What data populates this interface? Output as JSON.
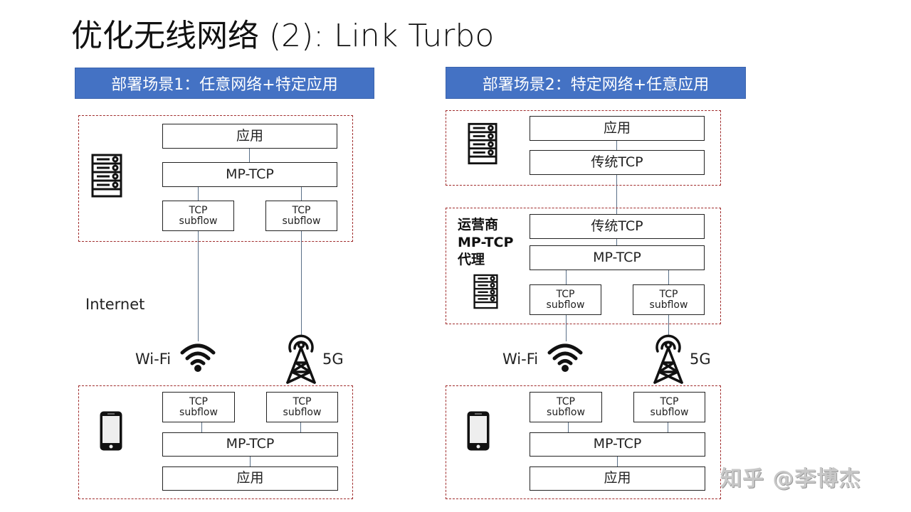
{
  "slide": {
    "title": "优化无线网络 (2): Link Turbo",
    "watermark": "知乎 @李博杰"
  },
  "colors": {
    "header_bg": "#4472c4",
    "zone_border": "#a02c2c",
    "link_line": "#5a7088"
  },
  "scene1": {
    "header": "部署场景1：任意网络+特定应用",
    "server": {
      "icon": "server-icon",
      "app": "应用",
      "mptcp": "MP-TCP",
      "subflows": [
        {
          "line1": "TCP",
          "line2": "subflow"
        },
        {
          "line1": "TCP",
          "line2": "subflow"
        }
      ]
    },
    "network_label": "Internet",
    "links": [
      {
        "label": "Wi-Fi",
        "icon": "wifi-icon"
      },
      {
        "label": "5G",
        "icon": "cell-tower-icon"
      }
    ],
    "client": {
      "icon": "smartphone-icon",
      "subflows": [
        {
          "line1": "TCP",
          "line2": "subflow"
        },
        {
          "line1": "TCP",
          "line2": "subflow"
        }
      ],
      "mptcp": "MP-TCP",
      "app": "应用"
    }
  },
  "scene2": {
    "header": "部署场景2：特定网络+任意应用",
    "server": {
      "icon": "server-icon",
      "app": "应用",
      "tcp": "传统TCP"
    },
    "proxy": {
      "label_line1": "运营商",
      "label_line2": "MP-TCP",
      "label_line3": "代理",
      "icon": "server-icon",
      "tcp": "传统TCP",
      "mptcp": "MP-TCP",
      "subflows": [
        {
          "line1": "TCP",
          "line2": "subflow"
        },
        {
          "line1": "TCP",
          "line2": "subflow"
        }
      ]
    },
    "links": [
      {
        "label": "Wi-Fi",
        "icon": "wifi-icon"
      },
      {
        "label": "5G",
        "icon": "cell-tower-icon"
      }
    ],
    "client": {
      "icon": "smartphone-icon",
      "subflows": [
        {
          "line1": "TCP",
          "line2": "subflow"
        },
        {
          "line1": "TCP",
          "line2": "subflow"
        }
      ],
      "mptcp": "MP-TCP",
      "app": "应用"
    }
  }
}
